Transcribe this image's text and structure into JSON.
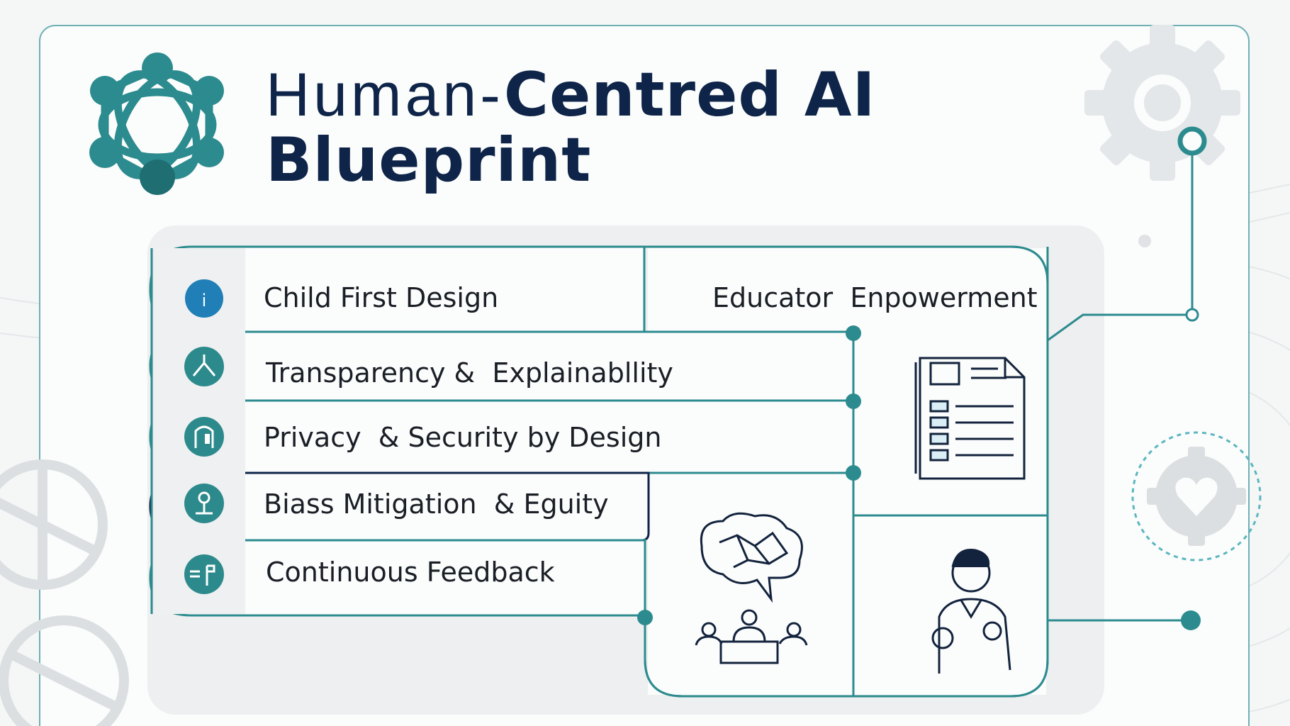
{
  "title": {
    "line1_light": "Human-",
    "line1_bold": "Centred AI",
    "line2_bold": "Blueprint"
  },
  "principles": [
    {
      "label": "Child First Design",
      "icon": "child-icon"
    },
    {
      "label": "Transparency &  Explainabllity",
      "icon": "transparency-icon"
    },
    {
      "label": "Privacy  & Security by Design",
      "icon": "lock-icon"
    },
    {
      "label": "Biass Mitigation  & Eguity",
      "icon": "balance-icon"
    },
    {
      "label": "Continuous Feedback",
      "icon": "feedback-icon"
    }
  ],
  "side_label": "Educator  Enpowerment",
  "illustrations": [
    "document-checklist-icon",
    "brain-network-icon",
    "people-meeting-icon",
    "educator-person-icon",
    "heart-gear-icon",
    "network-logo-icon"
  ],
  "colors": {
    "accent": "#2c8b8e",
    "navy": "#0e2448",
    "icon_badge": "#2d8a8c",
    "first_badge": "#1f7fb6",
    "gear": "#dfe3e6"
  }
}
